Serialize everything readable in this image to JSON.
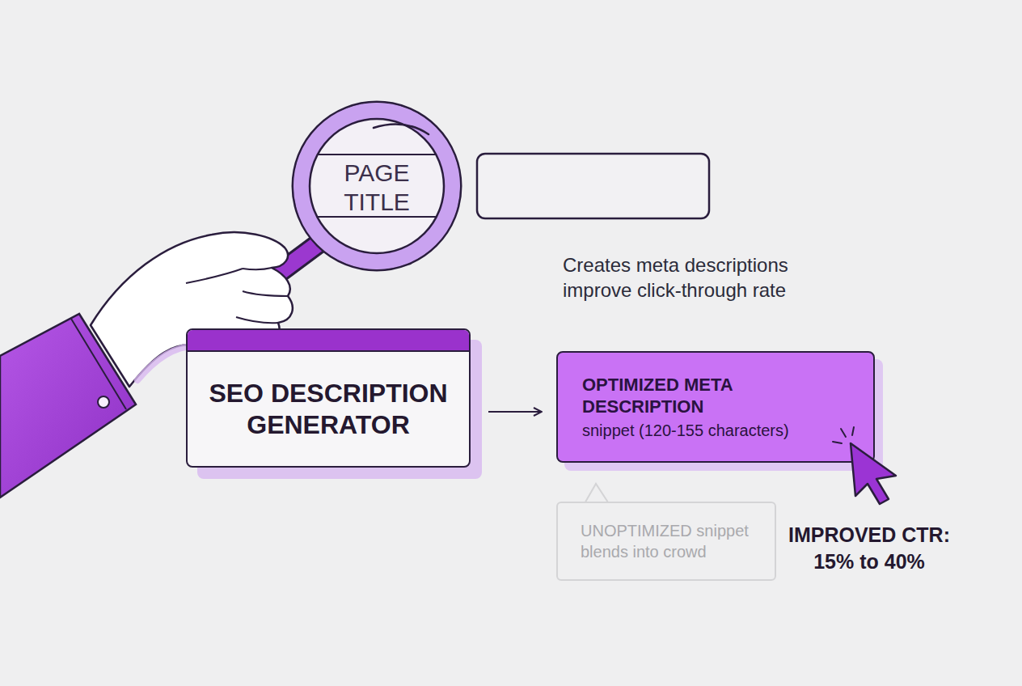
{
  "diagram": {
    "nodes": [
      {
        "text": [
          "PAGE TITLE"
        ]
      },
      {
        "text": [
          "SEO DESCRIPTION GENERATOR"
        ]
      },
      {
        "text": [
          "OPTIMIZED META DESCRIPTION",
          "snippet (120-155 characters)"
        ]
      },
      {
        "text": [
          "UNOPTIMIZED snippet blends into crowd"
        ]
      }
    ],
    "edges": [
      {
        "from": 1,
        "to": 2,
        "arrow": "to"
      }
    ],
    "labels": [
      "Creates meta descriptions improve click-through rate",
      "IMPROVED CTR: 15% to 40%"
    ]
  }
}
